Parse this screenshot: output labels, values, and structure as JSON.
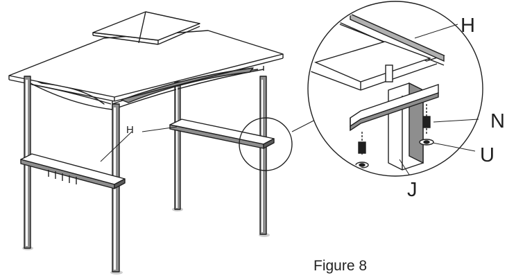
{
  "callouts": {
    "h_small": "H",
    "h_large": "H",
    "n": "N",
    "u": "U",
    "j": "J"
  },
  "caption": "Figure 8",
  "colors": {
    "line": "#1f1f1f",
    "roof": "#ffffff",
    "shade": "#9a9a9a",
    "ground": "#cccccc"
  }
}
